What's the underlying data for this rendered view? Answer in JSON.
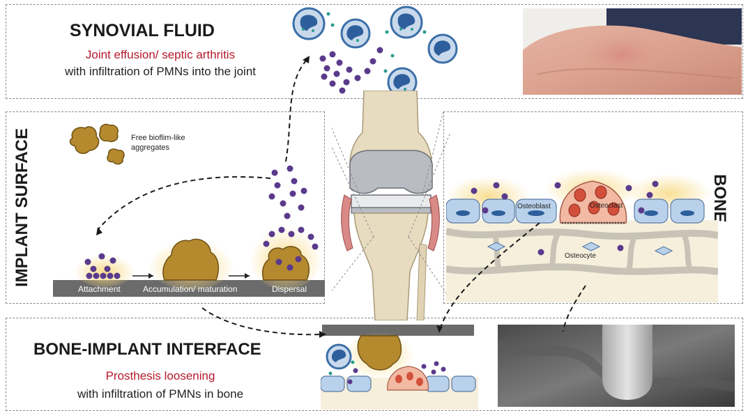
{
  "synovial": {
    "title": "SYNOVIAL FLUID",
    "subtitle": "Joint effusion/ septic arthritis",
    "description": "with infiltration of PMNs into the joint"
  },
  "implant": {
    "title": "IMPLANT SURFACE",
    "aggregates_label_line1": "Free bioflim-like",
    "aggregates_label_line2": "aggregates",
    "stages": [
      "Attachment",
      "Accumulation/ maturation",
      "Dispersal"
    ]
  },
  "bone": {
    "title": "BONE",
    "cells": {
      "osteoblast": "Osteoblast",
      "osteoclast": "Osteoclast",
      "osteocyte": "Osteocyte"
    }
  },
  "interface": {
    "title": "BONE-IMPLANT INTERFACE",
    "subtitle": "Prosthesis loosening",
    "description": "with infiltration of PMNs in bone"
  },
  "colors": {
    "accent_red": "#b5192c",
    "bacteria_purple": "#5a3a8c",
    "biofilm_gold": "#b5892e",
    "neutrophil_blue": "#3b6fa8",
    "bone_cell_blue": "#b9d1ea",
    "osteoclast_salmon": "#f2b9a3"
  }
}
